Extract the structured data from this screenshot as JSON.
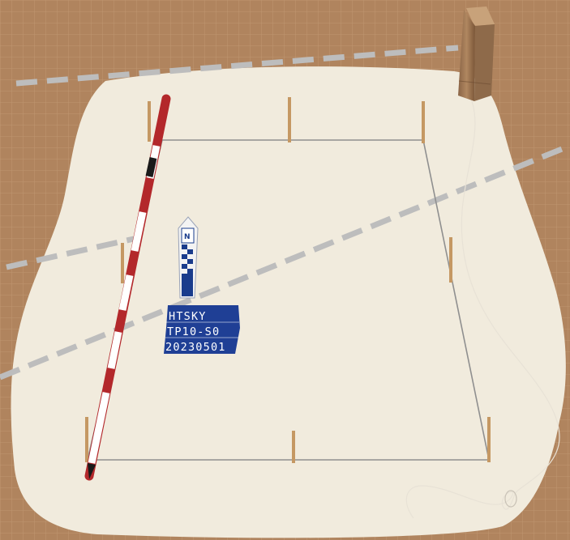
{
  "sign": {
    "lines": [
      "HTSKY",
      "TP10-S0",
      "20230501"
    ]
  },
  "north_arrow": {
    "letter": "N"
  },
  "colors": {
    "ground": "#b0845e",
    "grid_line": "#c39a74",
    "excavated_area": "#f1ebdd",
    "pit_outline": "#8f8f8f",
    "survey_line": "#bdbdbd",
    "stake": "#c59863",
    "pole_red": "#b3282b",
    "pole_white": "#ffffff",
    "sign_blue": "#1f3f95",
    "datum_post": "#9e7652"
  }
}
